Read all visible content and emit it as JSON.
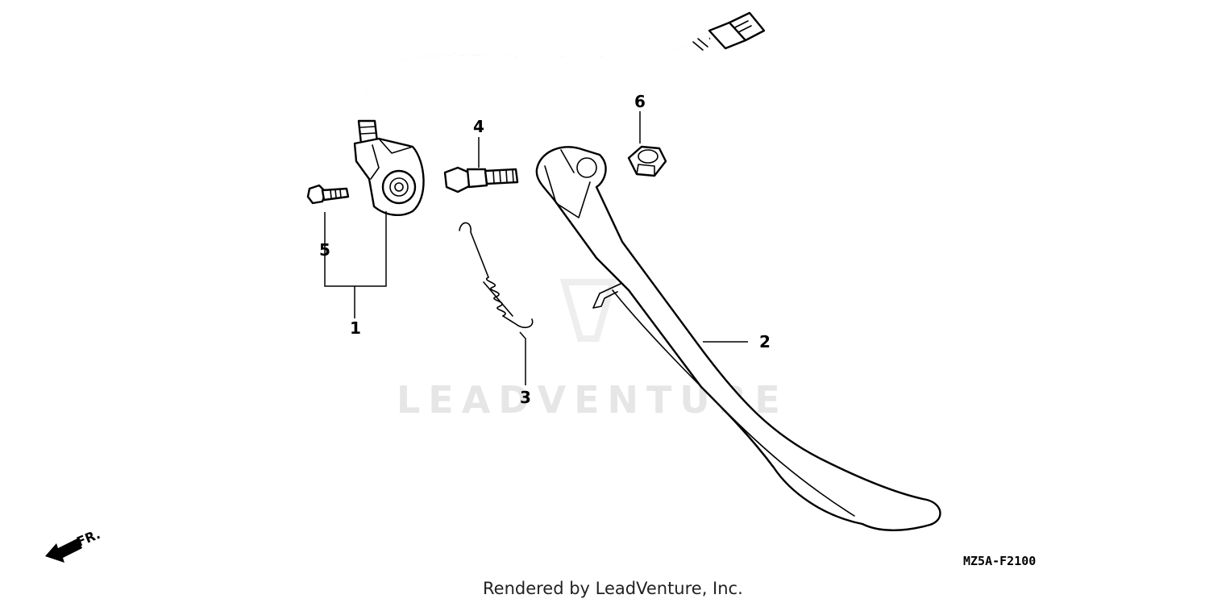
{
  "diagram": {
    "callouts": [
      {
        "id": "1",
        "label": "1"
      },
      {
        "id": "2",
        "label": "2"
      },
      {
        "id": "3",
        "label": "3"
      },
      {
        "id": "4",
        "label": "4"
      },
      {
        "id": "5",
        "label": "5"
      },
      {
        "id": "6",
        "label": "6"
      }
    ],
    "drawing_code": "MZ5A-F2100",
    "direction_label": "FR.",
    "watermark": "LEADVENTURE",
    "footer": "Rendered by LeadVenture, Inc."
  },
  "colors": {
    "line": "#000000",
    "watermark": "#e6e6e6",
    "background": "#ffffff"
  }
}
